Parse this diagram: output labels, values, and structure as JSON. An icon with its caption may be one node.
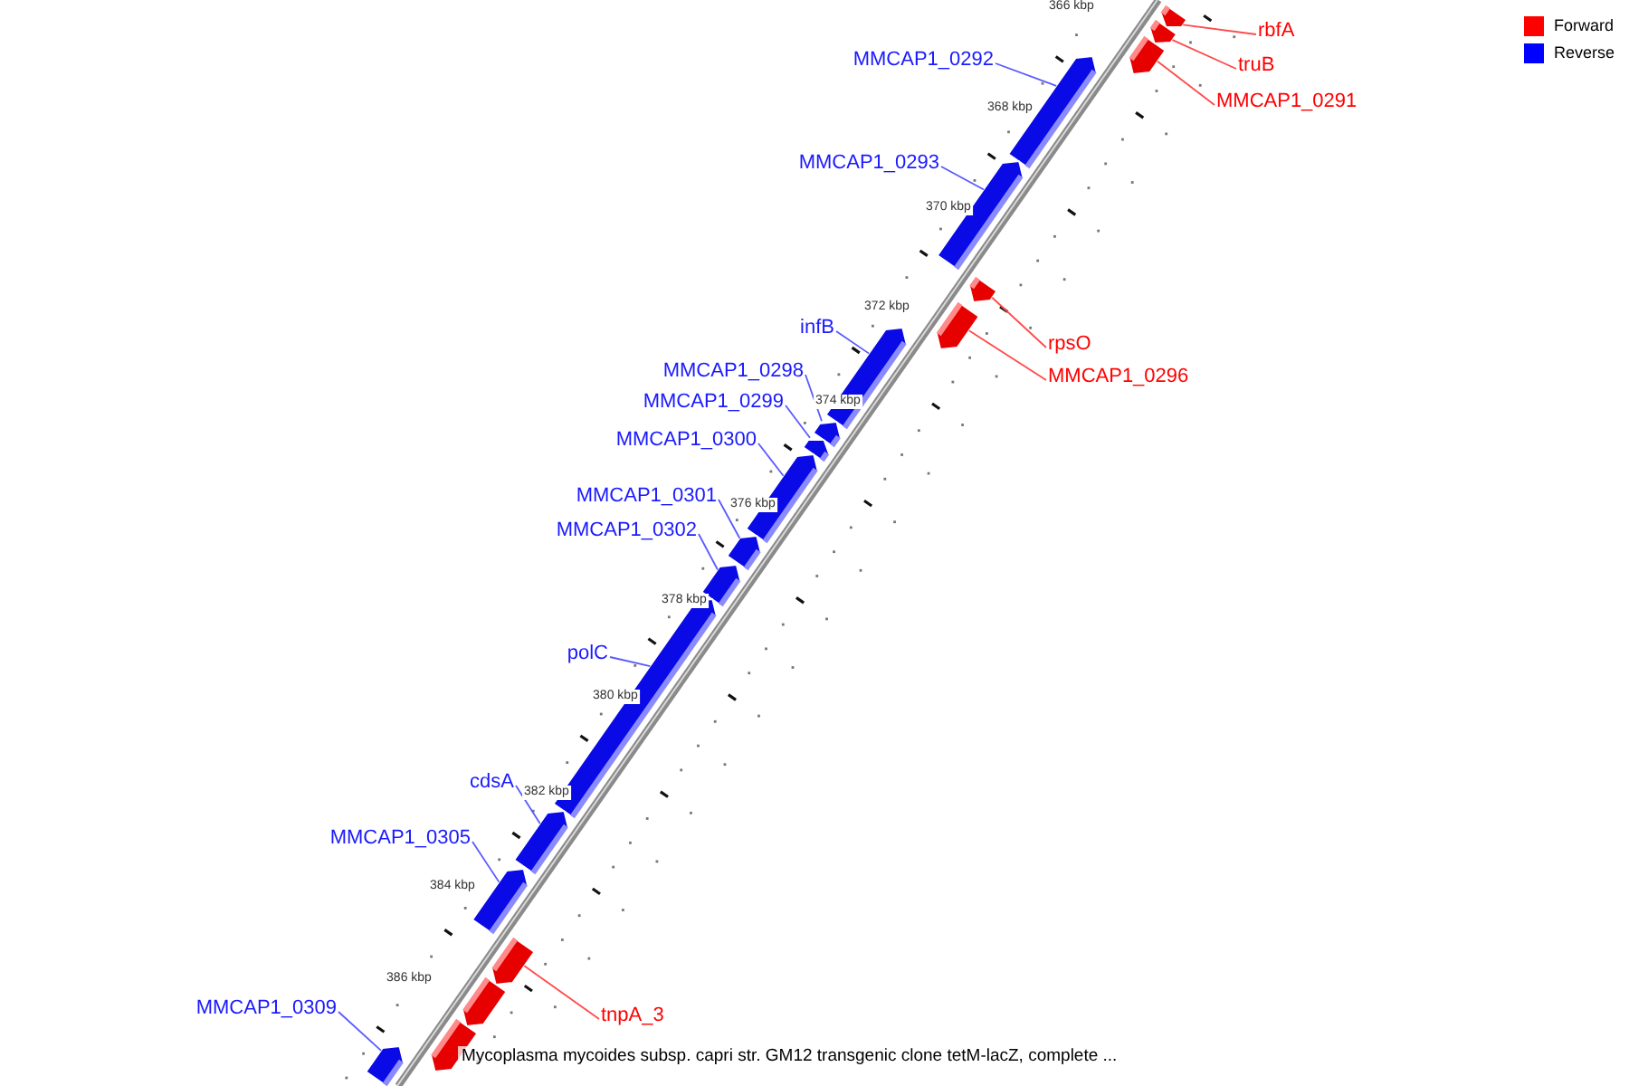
{
  "diagram": {
    "caption": "Mycoplasma mycoides subsp. capri str. GM12 transgenic clone tetM-lacZ, complete ...",
    "nodes": [
      {
        "text": [
          "rbfA"
        ]
      },
      {
        "text": [],
        "shape": "bar"
      },
      {
        "text": [
          "truB"
        ]
      },
      {
        "text": [],
        "shape": "bar"
      },
      {
        "text": [
          "MMCAP1_0291"
        ]
      },
      {
        "text": [],
        "shape": "bar"
      },
      {
        "text": [
          "MMCAP1_0292"
        ]
      },
      {
        "text": [],
        "shape": "bar"
      },
      {
        "text": [
          "MMCAP1_0293"
        ]
      },
      {
        "text": [],
        "shape": "bar"
      },
      {
        "text": [
          "rpsO"
        ]
      },
      {
        "text": [],
        "shape": "bar"
      },
      {
        "text": [
          "MMCAP1_0296"
        ]
      },
      {
        "text": [],
        "shape": "bar"
      },
      {
        "text": [
          "infB"
        ]
      },
      {
        "text": [],
        "shape": "bar"
      },
      {
        "text": [
          "MMCAP1_0298"
        ]
      },
      {
        "text": [],
        "shape": "bar"
      },
      {
        "text": [
          "MMCAP1_0299"
        ]
      },
      {
        "text": [],
        "shape": "bar"
      },
      {
        "text": [
          "MMCAP1_0300"
        ]
      },
      {
        "text": [],
        "shape": "bar"
      },
      {
        "text": [
          "MMCAP1_0301"
        ]
      },
      {
        "text": [],
        "shape": "bar"
      },
      {
        "text": [
          "MMCAP1_0302"
        ]
      },
      {
        "text": [],
        "shape": "bar"
      },
      {
        "text": [
          "polC"
        ]
      },
      {
        "text": [],
        "shape": "bar"
      },
      {
        "text": [
          "cdsA"
        ]
      },
      {
        "text": [],
        "shape": "bar"
      },
      {
        "text": [
          "MMCAP1_0305"
        ]
      },
      {
        "text": [],
        "shape": "bar"
      },
      {
        "text": [
          "tnpA_3"
        ]
      },
      {
        "text": [],
        "shape": "bar"
      },
      {
        "text": [],
        "shape": "bar"
      },
      {
        "text": [],
        "shape": "bar"
      },
      {
        "text": [
          "MMCAP1_0309"
        ]
      },
      {
        "text": [],
        "shape": "bar"
      }
    ],
    "edges": [
      {
        "from": 0,
        "to": 1,
        "arrow": "none",
        "color": "#ff4a4a"
      },
      {
        "from": 2,
        "to": 3,
        "arrow": "none",
        "color": "#ff4a4a"
      },
      {
        "from": 4,
        "to": 5,
        "arrow": "none",
        "color": "#ff4a4a"
      },
      {
        "from": 6,
        "to": 7,
        "arrow": "none"
      },
      {
        "from": 8,
        "to": 9,
        "arrow": "none"
      },
      {
        "from": 10,
        "to": 11,
        "arrow": "none",
        "color": "#ff4a4a"
      },
      {
        "from": 12,
        "to": 13,
        "arrow": "none",
        "color": "#ff4a4a"
      },
      {
        "from": 14,
        "to": 15,
        "arrow": "none"
      },
      {
        "from": 16,
        "to": 17,
        "arrow": "none"
      },
      {
        "from": 18,
        "to": 19,
        "arrow": "none"
      },
      {
        "from": 20,
        "to": 21,
        "arrow": "none"
      },
      {
        "from": 22,
        "to": 23,
        "arrow": "none"
      },
      {
        "from": 24,
        "to": 25,
        "arrow": "none"
      },
      {
        "from": 26,
        "to": 27,
        "arrow": "none"
      },
      {
        "from": 28,
        "to": 29,
        "arrow": "none"
      },
      {
        "from": 30,
        "to": 31,
        "arrow": "none"
      },
      {
        "from": 32,
        "to": 33,
        "arrow": "none",
        "color": "#ff4a4a"
      },
      {
        "from": 36,
        "to": 37,
        "arrow": "none"
      }
    ],
    "labels": [
      "366 kbp",
      "368 kbp",
      "370 kbp",
      "372 kbp",
      "374 kbp",
      "376 kbp",
      "378 kbp",
      "380 kbp",
      "382 kbp",
      "384 kbp",
      "386 kbp"
    ],
    "legend": [
      {
        "text": "Forward",
        "color": "#ff0000"
      },
      {
        "text": "Reverse",
        "color": "#0000ff"
      }
    ]
  }
}
